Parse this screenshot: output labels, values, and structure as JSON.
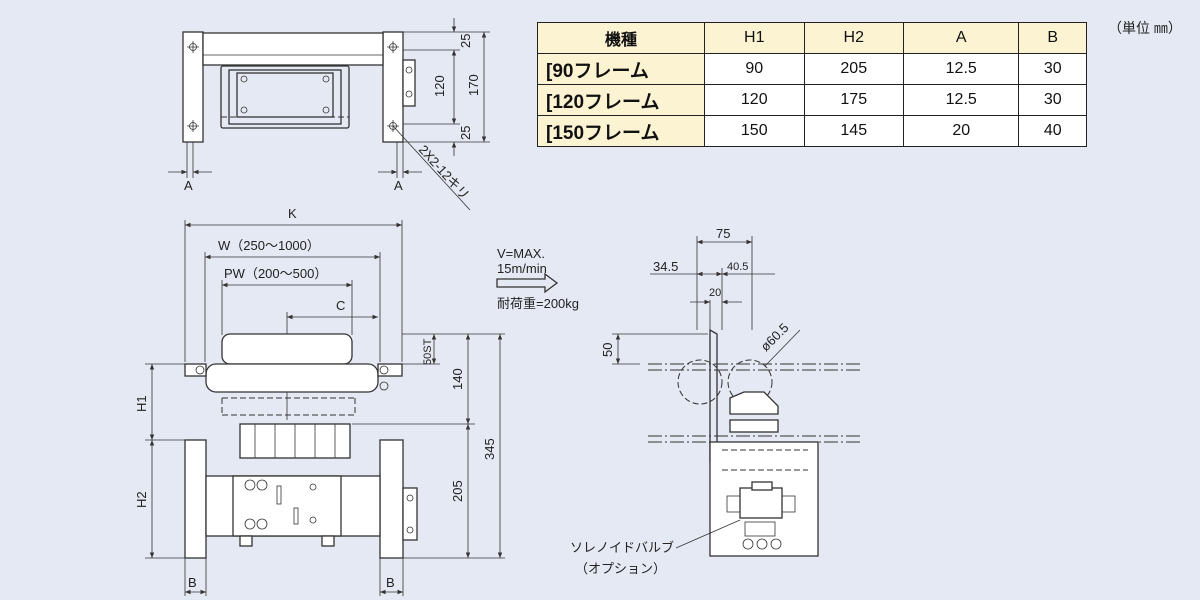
{
  "unit_note": "（単位 ㎜）",
  "table": {
    "headers": [
      "機種",
      "H1",
      "H2",
      "A",
      "B"
    ],
    "rows": [
      {
        "model": "[90フレーム",
        "h1": "90",
        "h2": "205",
        "a": "12.5",
        "b": "30"
      },
      {
        "model": "[120フレーム",
        "h1": "120",
        "h2": "175",
        "a": "12.5",
        "b": "30"
      },
      {
        "model": "[150フレーム",
        "h1": "150",
        "h2": "145",
        "a": "20",
        "b": "40"
      }
    ]
  },
  "top_view": {
    "dim_25_top": "25",
    "dim_120": "120",
    "dim_25_bottom": "25",
    "dim_170": "170",
    "hole_note": "2X2-12キリ",
    "label_a_left": "A",
    "label_a_right": "A"
  },
  "front_view": {
    "dim_k": "K",
    "dim_w": "W（250～1000）",
    "dim_pw": "PW（200～500）",
    "dim_c": "C",
    "dim_50st": "50ST",
    "dim_140": "140",
    "dim_205": "205",
    "dim_345": "345",
    "dim_h1": "H1",
    "dim_h2": "H2",
    "label_b_left": "B",
    "label_b_right": "B"
  },
  "spec_note": {
    "speed_line1": "V=MAX.",
    "speed_line2": "15m/min",
    "load": "耐荷重=200kg"
  },
  "side_view": {
    "dim_75": "75",
    "dim_34_5": "34.5",
    "dim_40_5": "40.5",
    "dim_20": "20",
    "dim_50": "50",
    "dim_dia": "ø60.5",
    "valve_label": "ソレノイドバルブ",
    "valve_note": "（オプション）"
  }
}
